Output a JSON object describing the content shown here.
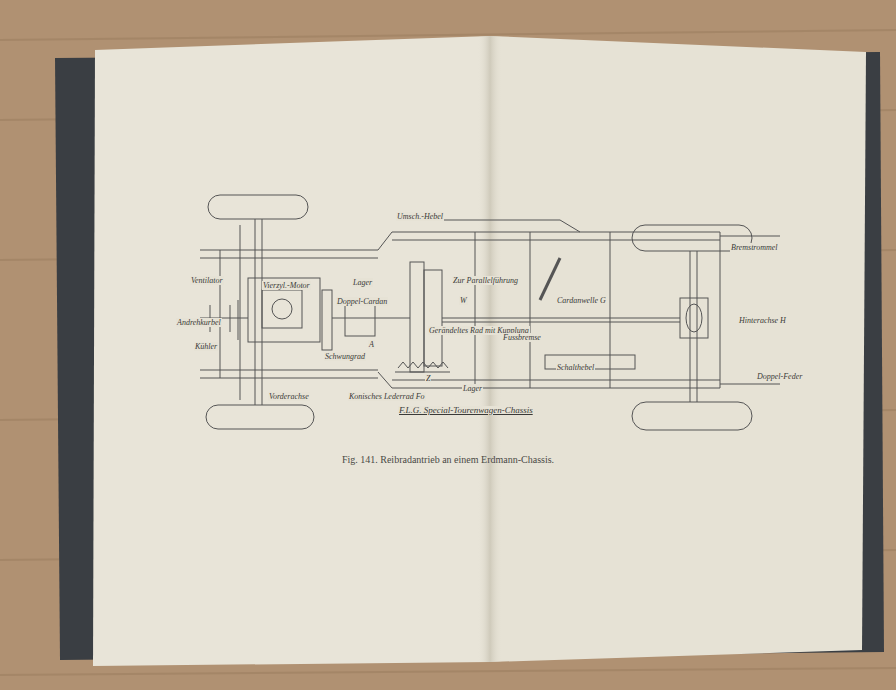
{
  "diagram": {
    "caption": "Fig. 141. Reibradantrieb an einem Erdmann-Chassis.",
    "labels": [
      "Umsch.-Hebel",
      "Bremstrommel",
      "Ventilator",
      "Andrehkurbel",
      "Kühler",
      "Vorderachse",
      "Vierzyl.-Motor",
      "Lager",
      "Doppel-Cardan",
      "Schwungrad",
      "A",
      "Zur Parallelführung",
      "W",
      "Gerändeltes Rad mit Kupplung",
      "Fussbremse",
      "Z",
      "Konisches Lederrad Fo",
      "Lager",
      "Cardanwelle G",
      "Schalthebel",
      "Hinterachse H",
      "Doppel-Feder",
      "F.L.G. Special-Tourenwagen-Chassis"
    ]
  }
}
